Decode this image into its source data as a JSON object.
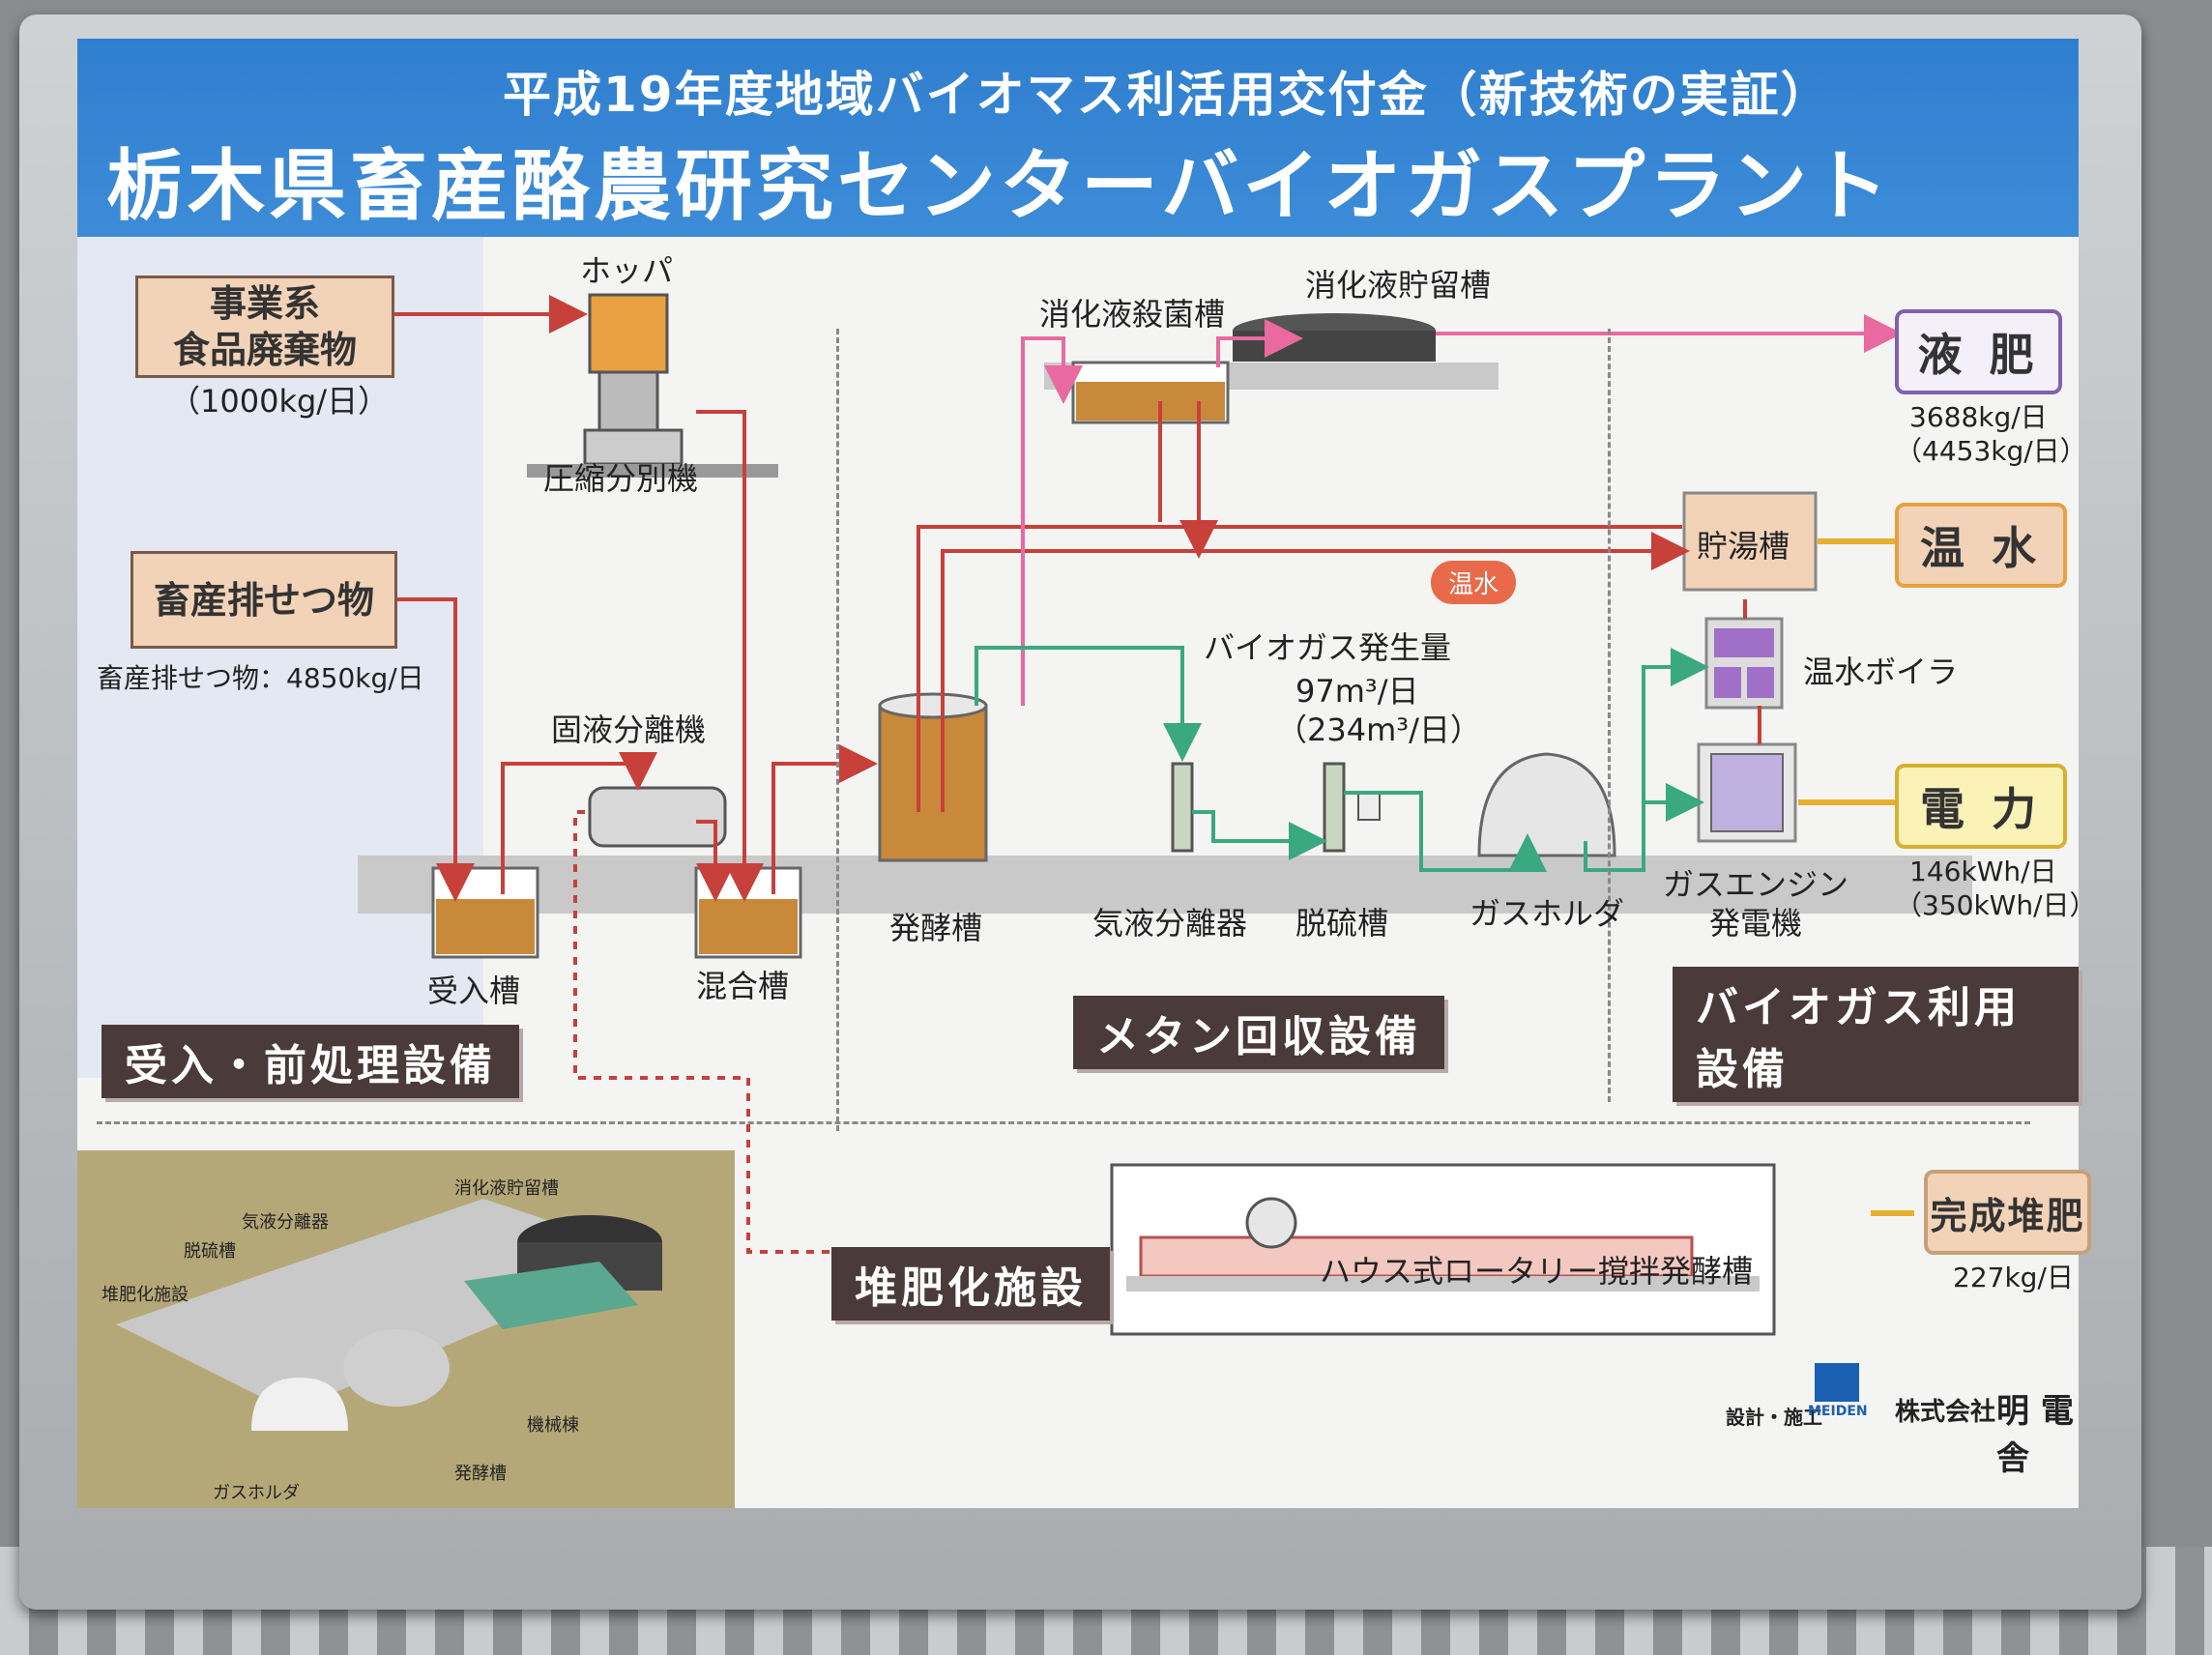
{
  "header": {
    "subtitle": "平成19年度地域バイオマス利活用交付金（新技術の実証）",
    "title": "栃木県畜産酪農研究センターバイオガスプラント"
  },
  "inputs": {
    "food_waste": "事業系\n食品廃棄物",
    "food_waste_amount": "（1000kg/日）",
    "livestock_waste": "畜産排せつ物",
    "livestock_waste_amount": "畜産排せつ物：4850kg/日"
  },
  "equipment": {
    "hopper": "ホッパ",
    "compressor": "圧縮分別機",
    "separator": "固液分離機",
    "receiving_tank": "受入槽",
    "mixing_tank": "混合槽",
    "fermentation_tank": "発酵槽",
    "gas_liquid_separator": "気液分離器",
    "desulfurization_tank": "脱硫槽",
    "gas_holder": "ガスホルダ",
    "sterilization_tank": "消化液殺菌槽",
    "storage_tank": "消化液貯留槽",
    "hot_water_tank": "貯湯槽",
    "boiler": "温水ボイラ",
    "gas_engine": "ガスエンジン\n発電機",
    "rotary_tank": "ハウス式ロータリー撹拌発酵槽",
    "hot_water_tag": "温水"
  },
  "biogas": {
    "label": "バイオガス発生量",
    "value1": "97m³/日",
    "value2": "（234m³/日）"
  },
  "outputs": {
    "liquid_fertilizer": "液 肥",
    "liquid_fertilizer_amount1": "3688kg/日",
    "liquid_fertilizer_amount2": "（4453kg/日）",
    "hot_water": "温 水",
    "electricity": "電 力",
    "electricity_amount1": "146kWh/日",
    "electricity_amount2": "（350kWh/日）",
    "compost": "完成堆肥",
    "compost_amount": "227kg/日"
  },
  "sections": {
    "pretreatment": "受入・前処理設備",
    "methane": "メタン回収設備",
    "biogas_use": "バイオガス利用設備",
    "compost": "堆肥化施設"
  },
  "map_labels": {
    "storage": "消化液貯留槽",
    "separator": "気液分離器",
    "desulf": "脱硫槽",
    "compost": "堆肥化施設",
    "machine": "機械棟",
    "ferment": "発酵槽",
    "holder": "ガスホルダ"
  },
  "footer": {
    "design": "設計・施工",
    "logo": "MEIDEN",
    "company_prefix": "株式会社",
    "company": "明 電 舎"
  },
  "colors": {
    "header": "#2f7fcf",
    "waste_flow": "#c8403a",
    "liquid_flow": "#e86aa0",
    "gas_flow": "#3aa880",
    "heat_flow": "#e8b030",
    "section_bg": "#4a3a3a"
  }
}
